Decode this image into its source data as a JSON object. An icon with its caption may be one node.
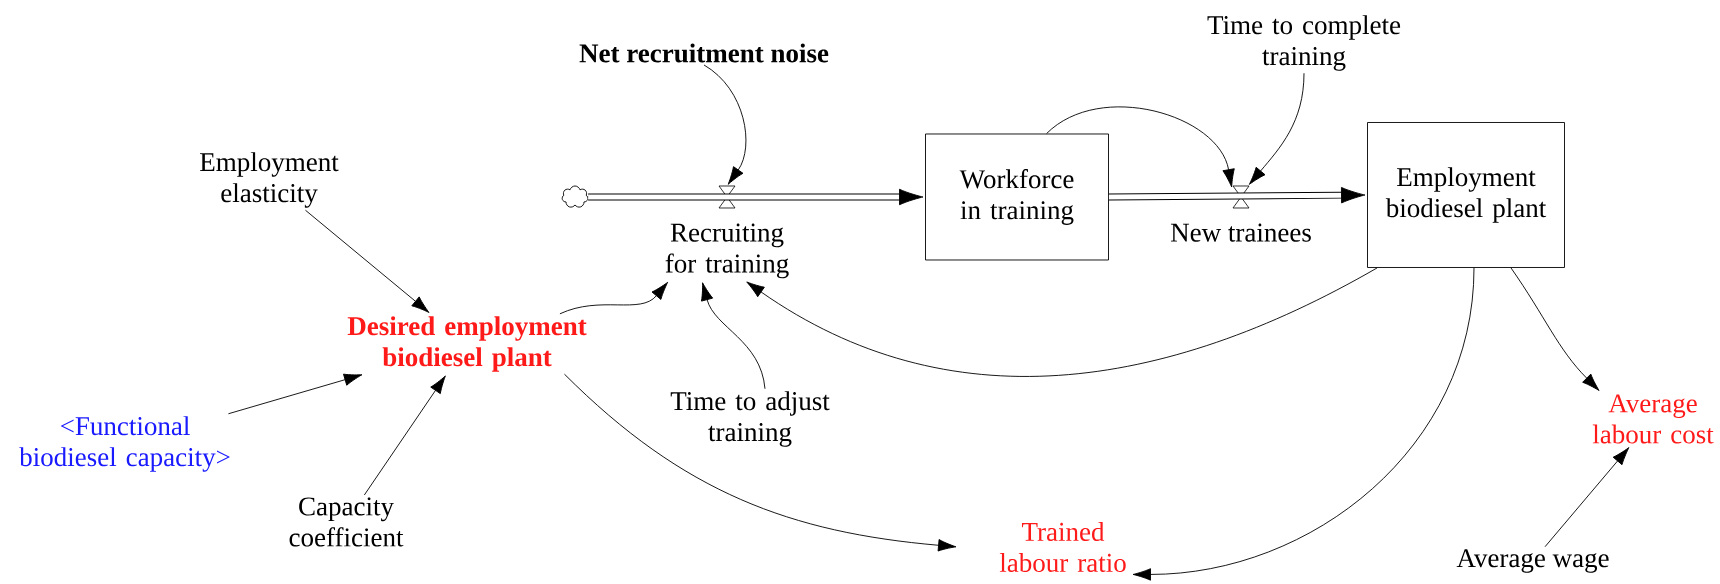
{
  "diagram": {
    "nodes": [
      {
        "text": [
          "Net recruitment noise"
        ]
      },
      {
        "text": [
          "Time to complete training"
        ]
      },
      {
        "text": [],
        "shape": "cloud"
      },
      {
        "text": [
          "Recruiting for training"
        ]
      },
      {
        "text": [
          "Workforce in training"
        ]
      },
      {
        "text": [
          "New trainees"
        ]
      },
      {
        "text": [
          "Employment biodiesel plant"
        ]
      },
      {
        "text": [
          "Employment elasticity"
        ]
      },
      {
        "text": [
          "Desired employment biodiesel plant"
        ]
      },
      {
        "text": [
          "Time to adjust training"
        ]
      },
      {
        "text": [
          "<Functional biodiesel capacity>"
        ]
      },
      {
        "text": [
          "Capacity coefficient"
        ]
      },
      {
        "text": [
          "Trained labour ratio"
        ]
      },
      {
        "text": [
          "Average labour cost"
        ]
      },
      {
        "text": [
          "Average wage"
        ]
      }
    ],
    "edges": [
      {
        "from": 0,
        "to": 3,
        "arrow": "to"
      },
      {
        "from": 1,
        "to": 5,
        "arrow": "to"
      },
      {
        "from": 4,
        "to": 5,
        "arrow": "to"
      },
      {
        "from": 2,
        "to": 4,
        "arrow": "to",
        "style": "thick"
      },
      {
        "from": 4,
        "to": 6,
        "arrow": "to",
        "style": "thick"
      },
      {
        "from": 7,
        "to": 8,
        "arrow": "to"
      },
      {
        "from": 8,
        "to": 3,
        "arrow": "to"
      },
      {
        "from": 9,
        "to": 3,
        "arrow": "to"
      },
      {
        "from": 6,
        "to": 3,
        "arrow": "to"
      },
      {
        "from": 10,
        "to": 8,
        "arrow": "to"
      },
      {
        "from": 11,
        "to": 8,
        "arrow": "to"
      },
      {
        "from": 8,
        "to": 12,
        "arrow": "to"
      },
      {
        "from": 6,
        "to": 12,
        "arrow": "to"
      },
      {
        "from": 6,
        "to": 13,
        "arrow": "to"
      },
      {
        "from": 14,
        "to": 13,
        "arrow": "to"
      }
    ]
  }
}
